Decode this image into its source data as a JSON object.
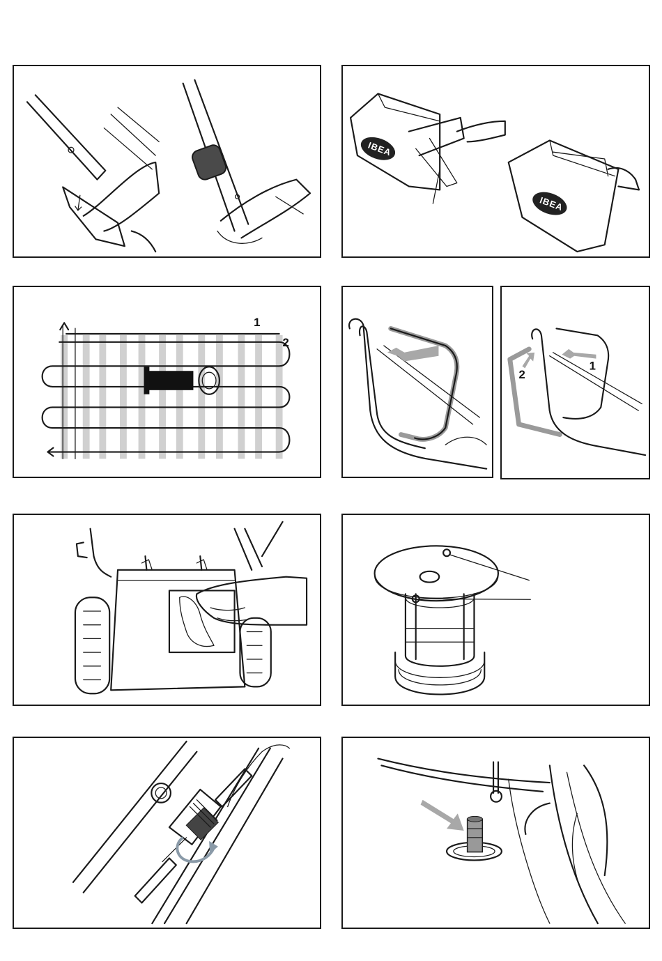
{
  "figures": [
    {
      "id": "fig-handle"
    },
    {
      "id": "fig-grass-bag"
    },
    {
      "id": "fig-mowing-pattern",
      "labels": [
        "1",
        "2"
      ]
    },
    {
      "id": "fig-bag-frame-a"
    },
    {
      "id": "fig-bag-frame-b",
      "labels": [
        "1",
        "2"
      ]
    },
    {
      "id": "fig-cleaning"
    },
    {
      "id": "fig-blade-adapter"
    },
    {
      "id": "fig-cable-adjust"
    },
    {
      "id": "fig-connector"
    }
  ],
  "bag_logo_text": "IBEA",
  "colors": {
    "line": "#1a1a1a",
    "accent_gray": "#9a9a9a",
    "background": "#ffffff"
  }
}
